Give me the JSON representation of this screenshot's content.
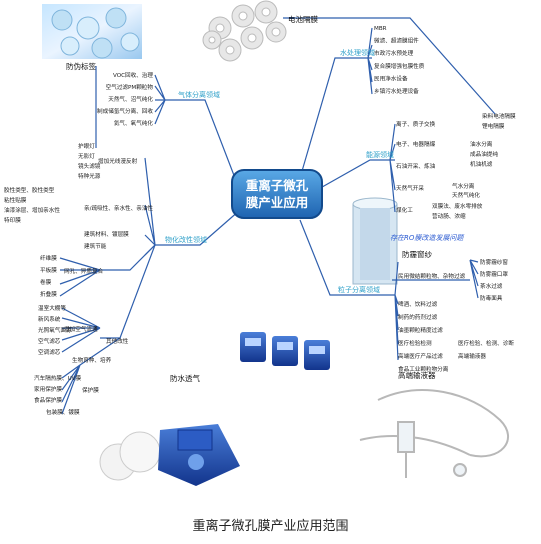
{
  "title": "重离子微孔膜产业应用",
  "caption": "重离子微孔膜产业应用范围",
  "branches": {
    "gas_separation": "气体分离领域",
    "water_treatment": "水处理领域",
    "energy": "能源领域",
    "modification": "物化改性领域",
    "particle_separation": "粒子分离领域"
  },
  "labels": {
    "battery_separator": "电池隔膜",
    "anti_counterfeit": "防伪标签",
    "anti_haze_screen": "防霾窗纱",
    "ro_membrane": "存在RO膜改造发展问题",
    "waterproof_breathable": "防水透气",
    "infusion_set": "高端输液器"
  },
  "gas": [
    "VOC回收、治理",
    "空气过滤PM颗粒物",
    "天然气、沼气纯化",
    "制成储氢气分离、回收",
    "氦气、氧气纯化"
  ],
  "water": [
    "MBR",
    "微滤、超滤膜组件",
    "市政污水预处理",
    "复合膜增强包膜性质",
    "民用净水设备",
    "乡镇污水处理设备"
  ],
  "water_right": [
    "染料电池隔膜",
    "锂电隔膜"
  ],
  "energy": {
    "ion_exchange": "离子、质子交换",
    "items": [
      "电子、电器隔爆",
      "石油开采、炼油",
      "天然气开采",
      "煤化工"
    ],
    "oil": [
      "油水分离",
      "成品油提纯",
      "机油机滤"
    ],
    "gas": [
      "气水分离",
      "天然气纯化"
    ],
    "coal_top": "双膜法、废水零排放",
    "coal_mid": "营动肠、浓缩"
  },
  "mod": {
    "surface": [
      "护眼灯",
      "无影灯",
      "镜头滤镜",
      "特种光源"
    ],
    "surface_label": "增加光线漫反射",
    "material_label": "亲/疏吸性、亲水性、亲油性",
    "material": [
      "胶性类型、胶性类型",
      "粘性贴膜",
      "油漆涂层、增加亲水性",
      "特印膜"
    ],
    "building_a": "建筑材料、镀层膜",
    "building_b": "建筑节能"
  },
  "part": {
    "top": [
      "防雾霾纱窗",
      "防雾霾口罩",
      "茶水过滤",
      "防毒面具"
    ],
    "top_label": "民用微结颗粒物、杂物过滤",
    "list": [
      "啤酒、饮料过滤",
      "制药的药剂过滤",
      "油墨颗粒精度过滤",
      "医疗检验检测",
      "高端医疗产品过滤",
      "食品工业颗粒物分离"
    ],
    "med": "医疗检验、检测、诊断",
    "high": "高端输液器"
  },
  "left": {
    "fabric": [
      "纤维膜",
      "平板膜",
      "卷膜",
      "折叠膜"
    ],
    "fabric_label": "网孔、异质复合",
    "air": [
      "温室大棚等",
      "新风系统",
      "光照氧气面源",
      "空气滤芯",
      "空调滤芯"
    ],
    "air_label": "增加空气流通",
    "other_label": "其他改性",
    "bio": "生物育种、培养",
    "protect": [
      "汽车隔热膜、UV膜",
      "家用保护膜",
      "食品保护膜"
    ],
    "protect_label": "保护膜",
    "pkg": "包装膜、镀膜"
  }
}
